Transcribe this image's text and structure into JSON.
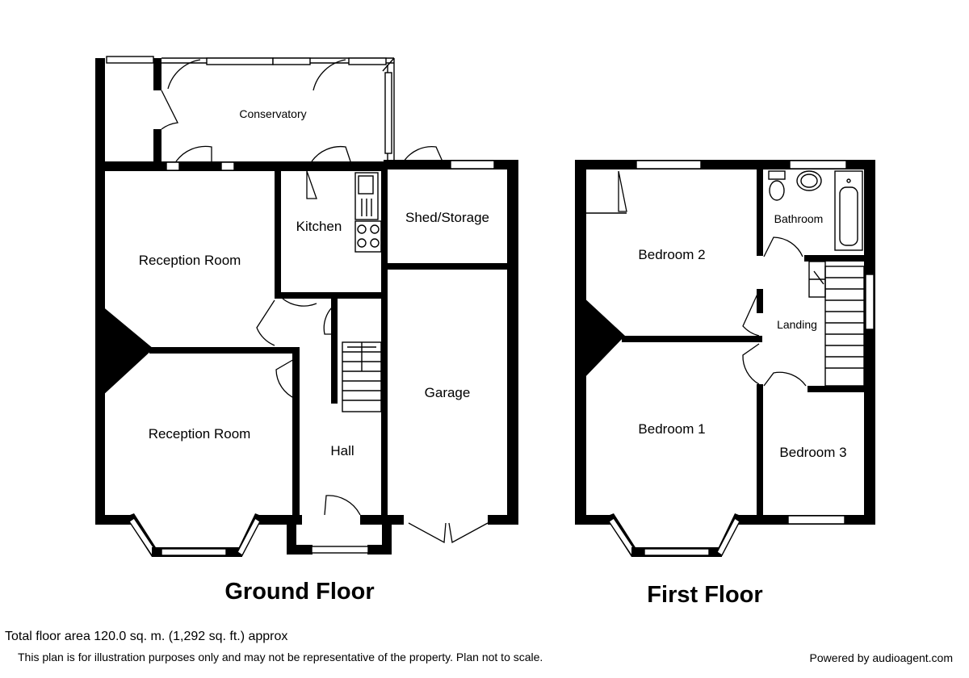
{
  "ground_floor": {
    "title": "Ground Floor",
    "rooms": {
      "conservatory": "Conservatory",
      "kitchen": "Kitchen",
      "shed_storage": "Shed/Storage",
      "reception_room_rear": "Reception Room",
      "reception_room_front": "Reception Room",
      "garage": "Garage",
      "hall": "Hall"
    }
  },
  "first_floor": {
    "title": "First Floor",
    "rooms": {
      "bedroom_2": "Bedroom 2",
      "bathroom": "Bathroom",
      "landing": "Landing",
      "bedroom_1": "Bedroom 1",
      "bedroom_3": "Bedroom 3"
    }
  },
  "footer": {
    "total_area": "Total floor area 120.0 sq. m. (1,292 sq. ft.) approx",
    "disclaimer": "This plan is for illustration purposes only and may not be representative of the property. Plan not to scale.",
    "powered_by": "Powered by audioagent.com"
  }
}
